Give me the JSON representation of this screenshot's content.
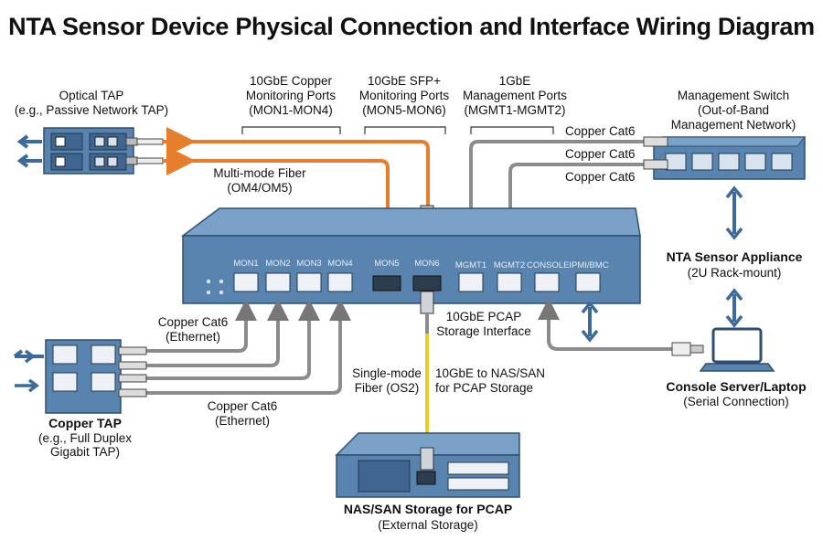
{
  "title": "NTA Sensor Device Physical Connection and Interface Wiring Diagram",
  "groups": {
    "copper_mon": [
      "10GbE Copper",
      "Monitoring Ports",
      "(MON1-MON4)"
    ],
    "sfp_mon": [
      "10GbE SFP+",
      "Monitoring Ports",
      "(MON5-MON6)"
    ],
    "mgmt": [
      "1GbE",
      "Management Ports",
      "(MGMT1-MGMT2)"
    ]
  },
  "optical_tap": [
    "Optical TAP",
    "(e.g., Passive Network TAP)"
  ],
  "multimode": [
    "Multi-mode Fiber",
    "(OM4/OM5)"
  ],
  "mgmt_switch": [
    "Management Switch",
    "(Out-of-Band",
    "Management Network)"
  ],
  "mgmt_cables": [
    "Copper Cat6",
    "Copper Cat6",
    "Copper Cat6"
  ],
  "appliance": {
    "name": "NTA Sensor Appliance",
    "form": "(2U Rack-mount)"
  },
  "ports": {
    "mon1": "MON1",
    "mon2": "MON2",
    "mon3": "MON3",
    "mon4": "MON4",
    "mon5": "MON5",
    "mon6": "MON6",
    "mgmt1": "MGMT1",
    "mgmt2": "MGMT2",
    "console": "CONSOLE",
    "ipmi": "IPMI/BMC"
  },
  "copper_cable_top": [
    "Copper Cat6",
    "(Ethernet)"
  ],
  "copper_cable_bottom": [
    "Copper Cat6",
    "(Ethernet)"
  ],
  "copper_tap": {
    "name": "Copper TAP",
    "desc": [
      "(e.g., Full Duplex",
      "Gigabit TAP)"
    ]
  },
  "pcap_iface": [
    "10GbE PCAP",
    "Storage Interface"
  ],
  "singlemode": [
    "Single-mode",
    "Fiber (OS2)"
  ],
  "nas_link": [
    "10GbE to NAS/SAN",
    "for PCAP Storage"
  ],
  "nas": {
    "name": "NAS/SAN Storage for PCAP",
    "desc": "(External Storage)"
  },
  "console_dev": {
    "name": "Console Server/Laptop",
    "desc": "(Serial Connection)"
  },
  "colors": {
    "device": "#5a84b0",
    "device_dark": "#3e6690",
    "device_light": "#7aa2c8",
    "fiber": "#e67e2e",
    "singlemode": "#e6cf1e",
    "cable_gray": "#8c8c8c",
    "arrow": "#3c6a9a"
  }
}
